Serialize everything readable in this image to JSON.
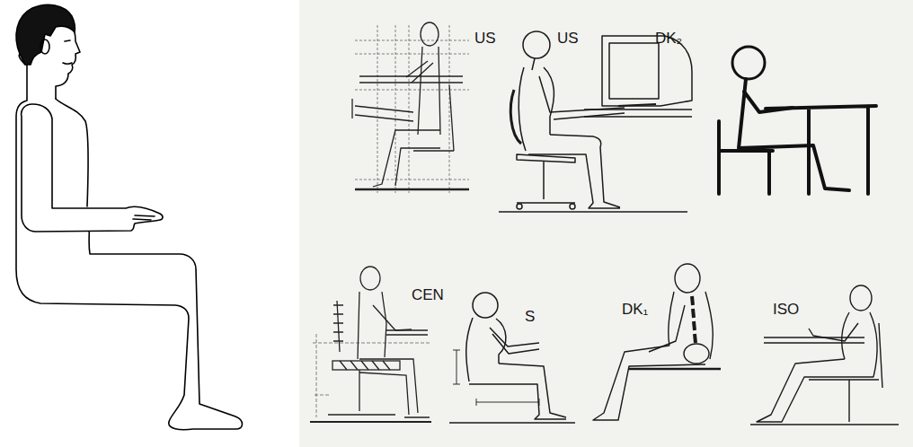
{
  "diagram": {
    "labels": [
      "US",
      "US",
      "DK₂",
      "CEN",
      "S",
      "DK₁",
      "ISO"
    ]
  }
}
